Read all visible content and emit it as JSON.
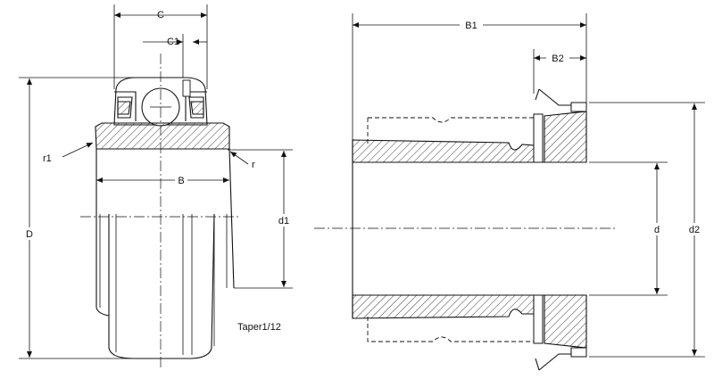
{
  "labels": {
    "C": "C",
    "C1": "C1",
    "B": "B",
    "D": "D",
    "d1": "d1",
    "r1": "r1",
    "r": "r",
    "taper": "Taper1/12",
    "B1": "B1",
    "B2": "B2",
    "d": "d",
    "d2": "d2"
  }
}
